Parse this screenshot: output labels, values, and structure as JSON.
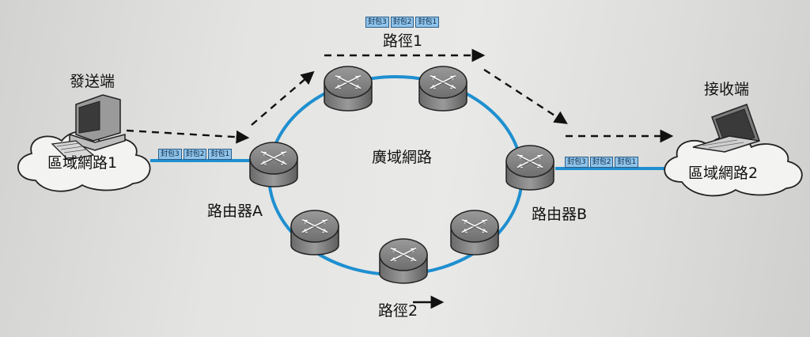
{
  "labels": {
    "sender": "發送端",
    "receiver": "接收端",
    "lan1": "區域網路1",
    "lan2": "區域網路2",
    "wan": "廣域網路",
    "routerA": "路由器A",
    "routerB": "路由器B",
    "path1": "路徑1",
    "path2": "路徑2"
  },
  "packets": {
    "p3": "封包3",
    "p2": "封包2",
    "p1": "封包1"
  },
  "colors": {
    "link": "#1e8fd0",
    "packet": "#8fc3ea",
    "router_body": "#8a8a8a"
  }
}
